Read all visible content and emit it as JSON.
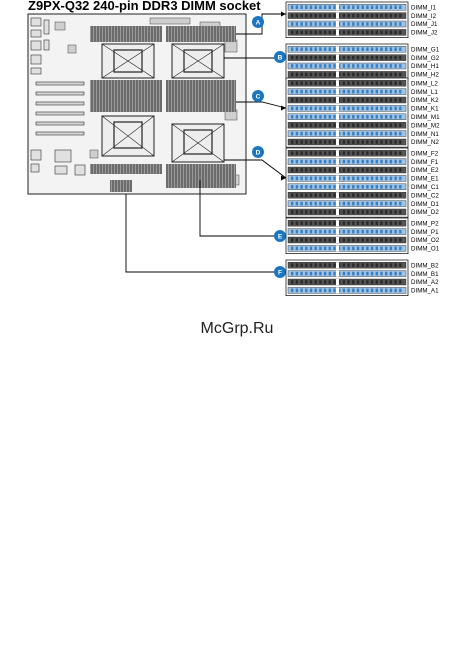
{
  "title": "Z9PX-Q32 240-pin DDR3 DIMM socket",
  "watermark": "McGrp.Ru",
  "accent_color": "#1a76c0",
  "groups": [
    {
      "badge": "A",
      "slots": [
        "DIMM_I1",
        "DIMM_I2",
        "DIMM_J1",
        "DIMM_J2"
      ]
    },
    {
      "badge": "B",
      "slots": [
        "DIMM_G1",
        "DIMM_G2",
        "DIMM_H1",
        "DIMM_H2"
      ]
    },
    {
      "badge": "C",
      "slots": [
        "DIMM_L2",
        "DIMM_L1",
        "DIMM_K2",
        "DIMM_K1",
        "DIMM_M1",
        "DIMM_M2",
        "DIMM_N1",
        "DIMM_N2"
      ]
    },
    {
      "badge": "D",
      "slots": [
        "DIMM_F2",
        "DIMM_F1",
        "DIMM_E2",
        "DIMM_E1",
        "DIMM_C1",
        "DIMM_C2",
        "DIMM_D1",
        "DIMM_D2"
      ]
    },
    {
      "badge": "E",
      "slots": [
        "DIMM_P2",
        "DIMM_P1",
        "DIMM_O2",
        "DIMM_O1"
      ]
    },
    {
      "badge": "F",
      "slots": [
        "DIMM_B2",
        "DIMM_B1",
        "DIMM_A2",
        "DIMM_A1"
      ]
    }
  ]
}
